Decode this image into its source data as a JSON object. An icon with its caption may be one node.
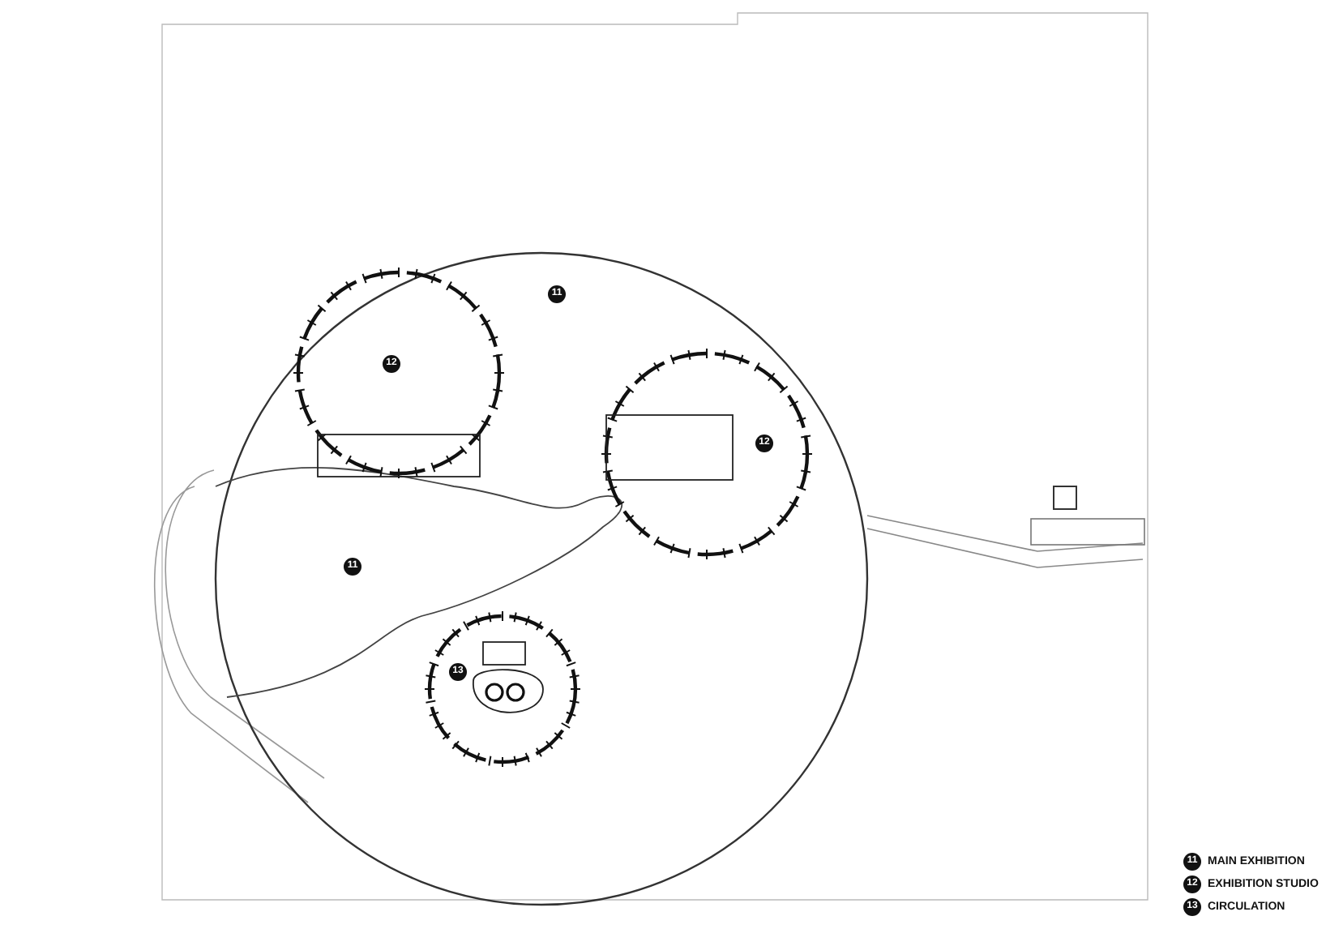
{
  "diagram": {
    "labels": [
      "11",
      "12",
      "12",
      "11",
      "13",
      "11",
      "12",
      "13"
    ],
    "legend": [
      {
        "text": "MAIN EXHIBITION"
      },
      {
        "text": "EXHIBITION STUDIO"
      },
      {
        "text": "CIRCULATION"
      }
    ]
  }
}
